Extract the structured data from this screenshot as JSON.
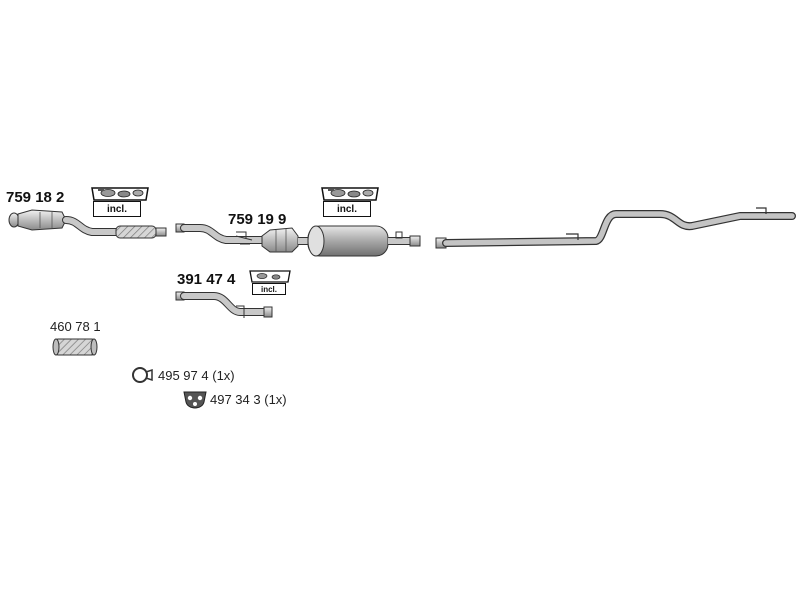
{
  "parts": [
    {
      "id": "front-pipe-catalyst",
      "number": "759 18 2",
      "incl_text": "incl."
    },
    {
      "id": "middle-catalyst-silencer",
      "number": "759 19 9",
      "incl_text": "incl."
    },
    {
      "id": "intermediate-pipe",
      "number": "391 47 4",
      "incl_text": "incl."
    },
    {
      "id": "flex-pipe",
      "number": "460 78 1"
    }
  ],
  "accessories": [
    {
      "id": "clamp-ring",
      "number": "495 97 4",
      "qty": "(1x)"
    },
    {
      "id": "rubber-mount",
      "number": "497 34 3",
      "qty": "(1x)"
    }
  ]
}
